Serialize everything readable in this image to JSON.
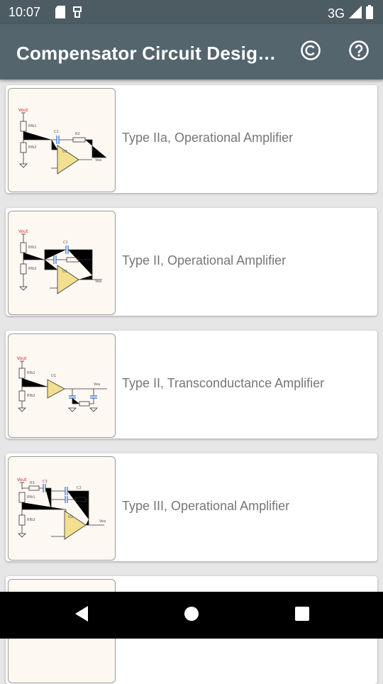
{
  "status": {
    "time": "10:07",
    "network": "3G",
    "icons": [
      "sd-card-icon",
      "usb-icon",
      "signal-icon",
      "battery-icon"
    ]
  },
  "app_bar": {
    "title": "Compensator Circuit Desig…",
    "icons": [
      "copyright-icon",
      "help-icon"
    ]
  },
  "list": {
    "items": [
      {
        "label": "Type IIa, Operational Amplifier",
        "thumbnail": "type2a-opamp-schematic"
      },
      {
        "label": "Type II, Operational Amplifier",
        "thumbnail": "type2-opamp-schematic"
      },
      {
        "label": "Type II, Transconductance Amplifier",
        "thumbnail": "type2-ota-schematic"
      },
      {
        "label": "Type III, Operational Amplifier",
        "thumbnail": "type3-opamp-schematic"
      },
      {
        "label": "",
        "thumbnail": "partial"
      }
    ]
  },
  "nav": {
    "icons": [
      "back-icon",
      "home-icon",
      "recents-icon"
    ]
  },
  "colors": {
    "status_bar": "#4d5b63",
    "app_bar": "#55656e",
    "background": "#e6e6e6",
    "label": "#767676",
    "schematic_amp": "#f2df8f",
    "schematic_cap": "#2a6fd6",
    "schematic_vin": "#d62828"
  }
}
